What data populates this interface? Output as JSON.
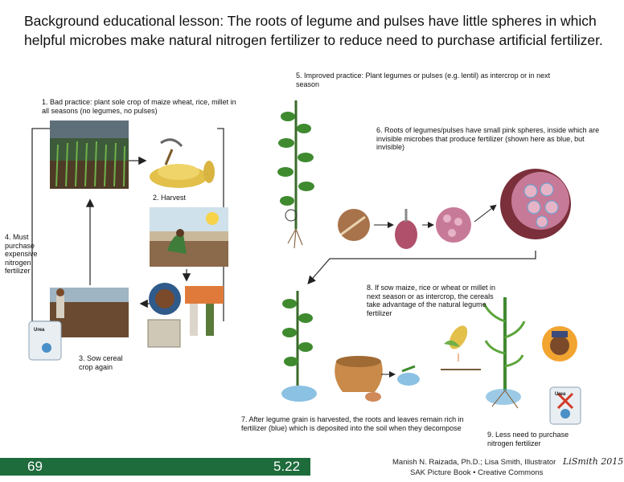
{
  "title": "Background educational lesson: The roots of legume and pulses have little spheres in which helpful microbes make natural nitrogen fertilizer to reduce need to purchase artificial fertilizer.",
  "steps": {
    "s1": "1. Bad practice: plant sole crop of maize wheat, rice, millet in all seasons (no legumes, no pulses)",
    "s2": "2. Harvest",
    "s3": "3. Sow cereal crop again",
    "s4": "4. Must purchase expensive nitrogen fertilizer",
    "s5": "5. Improved practice: Plant legumes or pulses (e.g. lentil) as intercrop or in next season",
    "s6": "6. Roots of legumes/pulses have small pink spheres, inside which are invisible microbes that produce fertilizer (shown here as blue, but invisible)",
    "s7": "7. After legume grain is harvested, the roots and leaves remain rich in fertilizer (blue) which is deposited into the soil when they decompose",
    "s8": "8. If sow maize, rice or wheat or millet in next season or as intercrop, the cereals take advantage of the natural legume fertilizer",
    "s9": "9. Less need to purchase nitrogen fertilizer"
  },
  "bag_label": "Urea",
  "footer": {
    "page_number": "69",
    "section": "5.22",
    "credit_line1": "Manish N. Raizada, Ph.D.; Lisa Smith, Illustrator",
    "credit_line2": "SAK Picture Book • Creative Commons",
    "signature": "LiSmith 2015"
  },
  "colors": {
    "footer_green": "#1e6b3c",
    "plant_green": "#3f8a2f",
    "nodule_pink": "#c77a98",
    "microbe_blue": "#5aa7d6",
    "soil_brown": "#7a5a3a"
  }
}
